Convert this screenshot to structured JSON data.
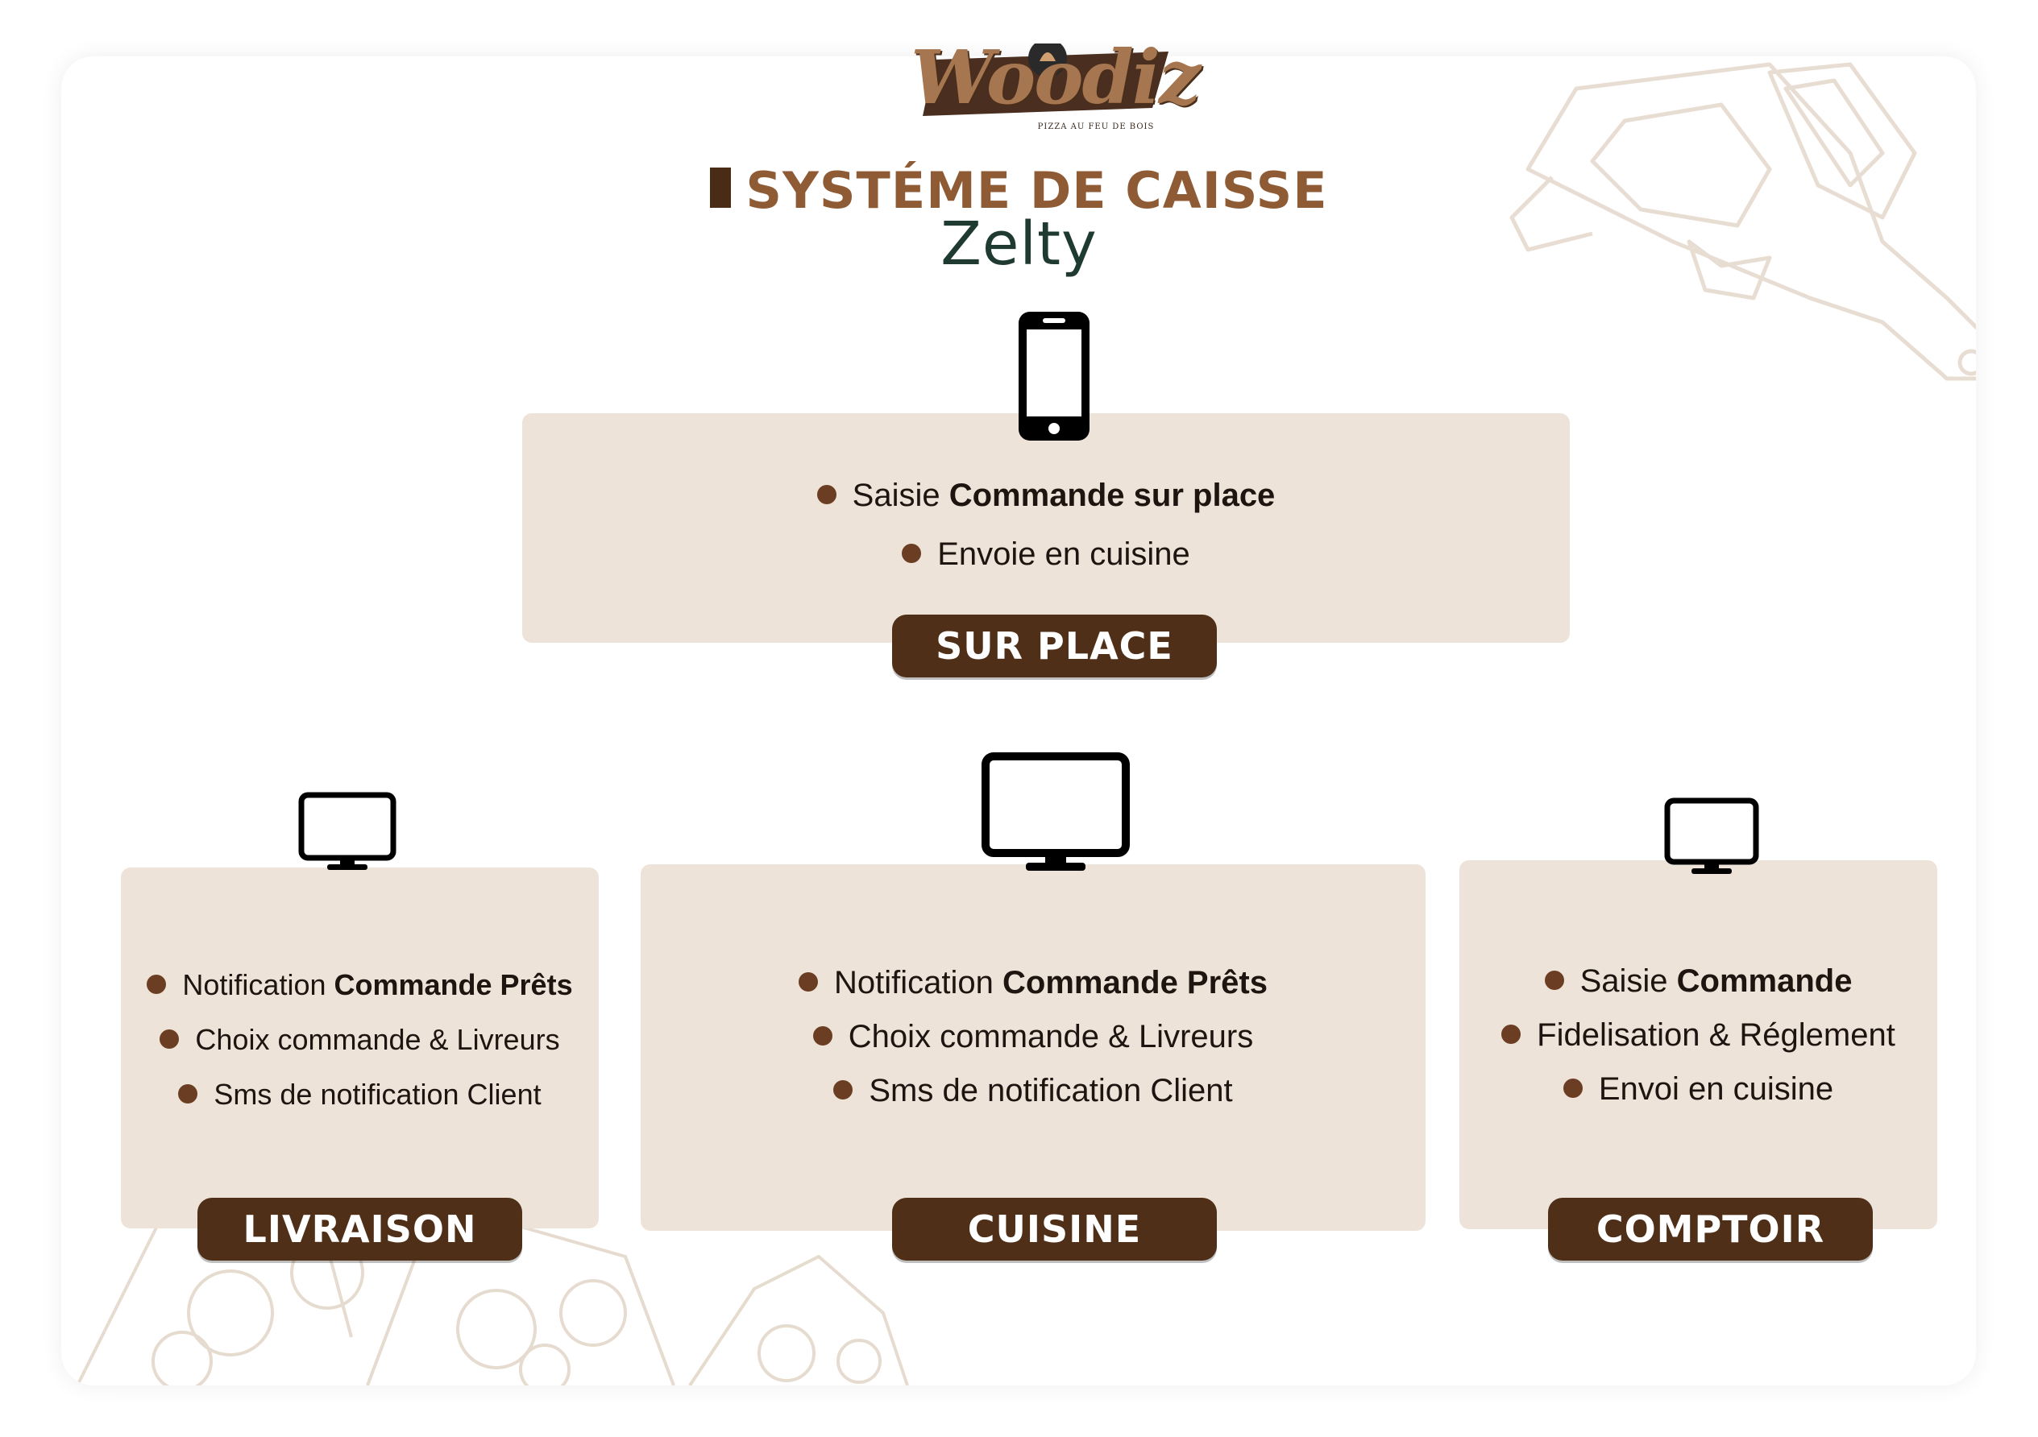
{
  "logo": {
    "wordmark": "Woodiz",
    "tagline": "PIZZA AU FEU DE BOIS"
  },
  "header": {
    "title": "SYSTÉME DE CAISSE",
    "brand": "Zelty"
  },
  "colors": {
    "accent": "#8f5b35",
    "dark_brown": "#4f2f17",
    "panel": "#ede3d9",
    "brand_green": "#1f3a30"
  },
  "nodes": {
    "sur_place": {
      "device_icon": "smartphone-icon",
      "label": "SUR PLACE",
      "items": [
        {
          "plain": "Saisie ",
          "bold": "Commande sur place"
        },
        {
          "plain": "Envoie en cuisine",
          "bold": ""
        }
      ]
    },
    "livraison": {
      "device_icon": "monitor-icon",
      "label": "LIVRAISON",
      "items": [
        {
          "plain": "Notification ",
          "bold": "Commande Prêts"
        },
        {
          "plain": "Choix commande & Livreurs",
          "bold": ""
        },
        {
          "plain": "Sms de notification Client",
          "bold": ""
        }
      ]
    },
    "cuisine": {
      "device_icon": "monitor-icon",
      "label": "CUISINE",
      "items": [
        {
          "plain": "Notification ",
          "bold": "Commande Prêts"
        },
        {
          "plain": "Choix commande & Livreurs",
          "bold": ""
        },
        {
          "plain": "Sms de notification Client",
          "bold": ""
        }
      ]
    },
    "comptoir": {
      "device_icon": "monitor-icon",
      "label": "COMPTOIR",
      "items": [
        {
          "plain": "Saisie ",
          "bold": "Commande"
        },
        {
          "plain": "Fidelisation & Réglement",
          "bold": ""
        },
        {
          "plain": "Envoi en cuisine",
          "bold": ""
        }
      ]
    }
  }
}
